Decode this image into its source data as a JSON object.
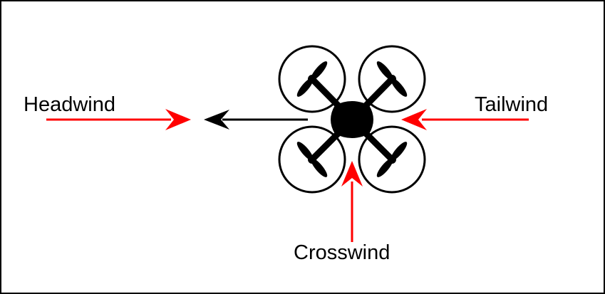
{
  "labels": {
    "headwind": "Headwind",
    "tailwind": "Tailwind",
    "crosswind": "Crosswind"
  },
  "colors": {
    "wind_arrow": "#ff0000",
    "direction_arrow": "#000000",
    "drone": "#000000",
    "border": "#000000"
  },
  "icons": {
    "drone": "quadcopter-icon"
  }
}
